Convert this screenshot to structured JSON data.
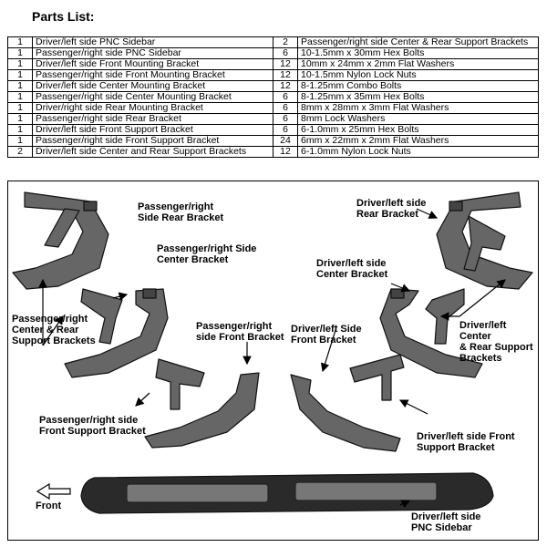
{
  "title": "Parts List:",
  "parts": [
    {
      "qty_a": "1",
      "desc_a": "Driver/left side PNC Sidebar",
      "qty_b": "2",
      "desc_b": "Passenger/right side Center & Rear Support Brackets"
    },
    {
      "qty_a": "1",
      "desc_a": "Passenger/right side PNC Sidebar",
      "qty_b": "6",
      "desc_b": "10-1.5mm x 30mm Hex Bolts"
    },
    {
      "qty_a": "1",
      "desc_a": "Driver/left side Front Mounting Bracket",
      "qty_b": "12",
      "desc_b": "10mm x 24mm x 2mm Flat Washers"
    },
    {
      "qty_a": "1",
      "desc_a": "Passenger/right side Front Mounting Bracket",
      "qty_b": "12",
      "desc_b": "10-1.5mm Nylon Lock Nuts"
    },
    {
      "qty_a": "1",
      "desc_a": "Driver/left side Center Mounting Bracket",
      "qty_b": "12",
      "desc_b": "8-1.25mm Combo Bolts"
    },
    {
      "qty_a": "1",
      "desc_a": "Passenger/right side Center Mounting Bracket",
      "qty_b": "6",
      "desc_b": "8-1.25mm x 35mm Hex Bolts"
    },
    {
      "qty_a": "1",
      "desc_a": "Driver/right side Rear Mounting Bracket",
      "qty_b": "6",
      "desc_b": "8mm x 28mm x 3mm Flat Washers"
    },
    {
      "qty_a": "1",
      "desc_a": "Passenger/right side Rear Bracket",
      "qty_b": "6",
      "desc_b": "8mm Lock Washers"
    },
    {
      "qty_a": "1",
      "desc_a": "Driver/left side Front Support Bracket",
      "qty_b": "6",
      "desc_b": "6-1.0mm x 25mm Hex Bolts"
    },
    {
      "qty_a": "1",
      "desc_a": "Passenger/right side Front Support Bracket",
      "qty_b": "24",
      "desc_b": "6mm x 22mm x 2mm Flat Washers"
    },
    {
      "qty_a": "2",
      "desc_a": "Driver/left side Center and Rear Support Brackets",
      "qty_b": "12",
      "desc_b": "6-1.0mm Nylon Lock Nuts"
    }
  ],
  "labels": {
    "pass_rear": [
      "Passenger/right",
      "Side Rear Bracket"
    ],
    "pass_center": [
      "Passenger/right Side",
      "Center Bracket"
    ],
    "pass_support": [
      "Passenger/right",
      "Center & Rear",
      "Support Brackets"
    ],
    "pass_front": [
      "Passenger/right",
      "side Front Bracket"
    ],
    "pass_front_support": [
      "Passenger/right side",
      "Front Support Bracket"
    ],
    "drv_rear": [
      "Driver/left side",
      "Rear Bracket"
    ],
    "drv_center": [
      "Driver/left side",
      "Center Bracket"
    ],
    "drv_support": [
      "Driver/left Center",
      "& Rear Support",
      "Brackets"
    ],
    "drv_front": [
      "Driver/left Side",
      "Front Bracket"
    ],
    "drv_front_support": [
      "Driver/left side Front",
      "Support Bracket"
    ],
    "sidebar": [
      "Driver/left side",
      "PNC Sidebar"
    ],
    "front": "Front"
  }
}
